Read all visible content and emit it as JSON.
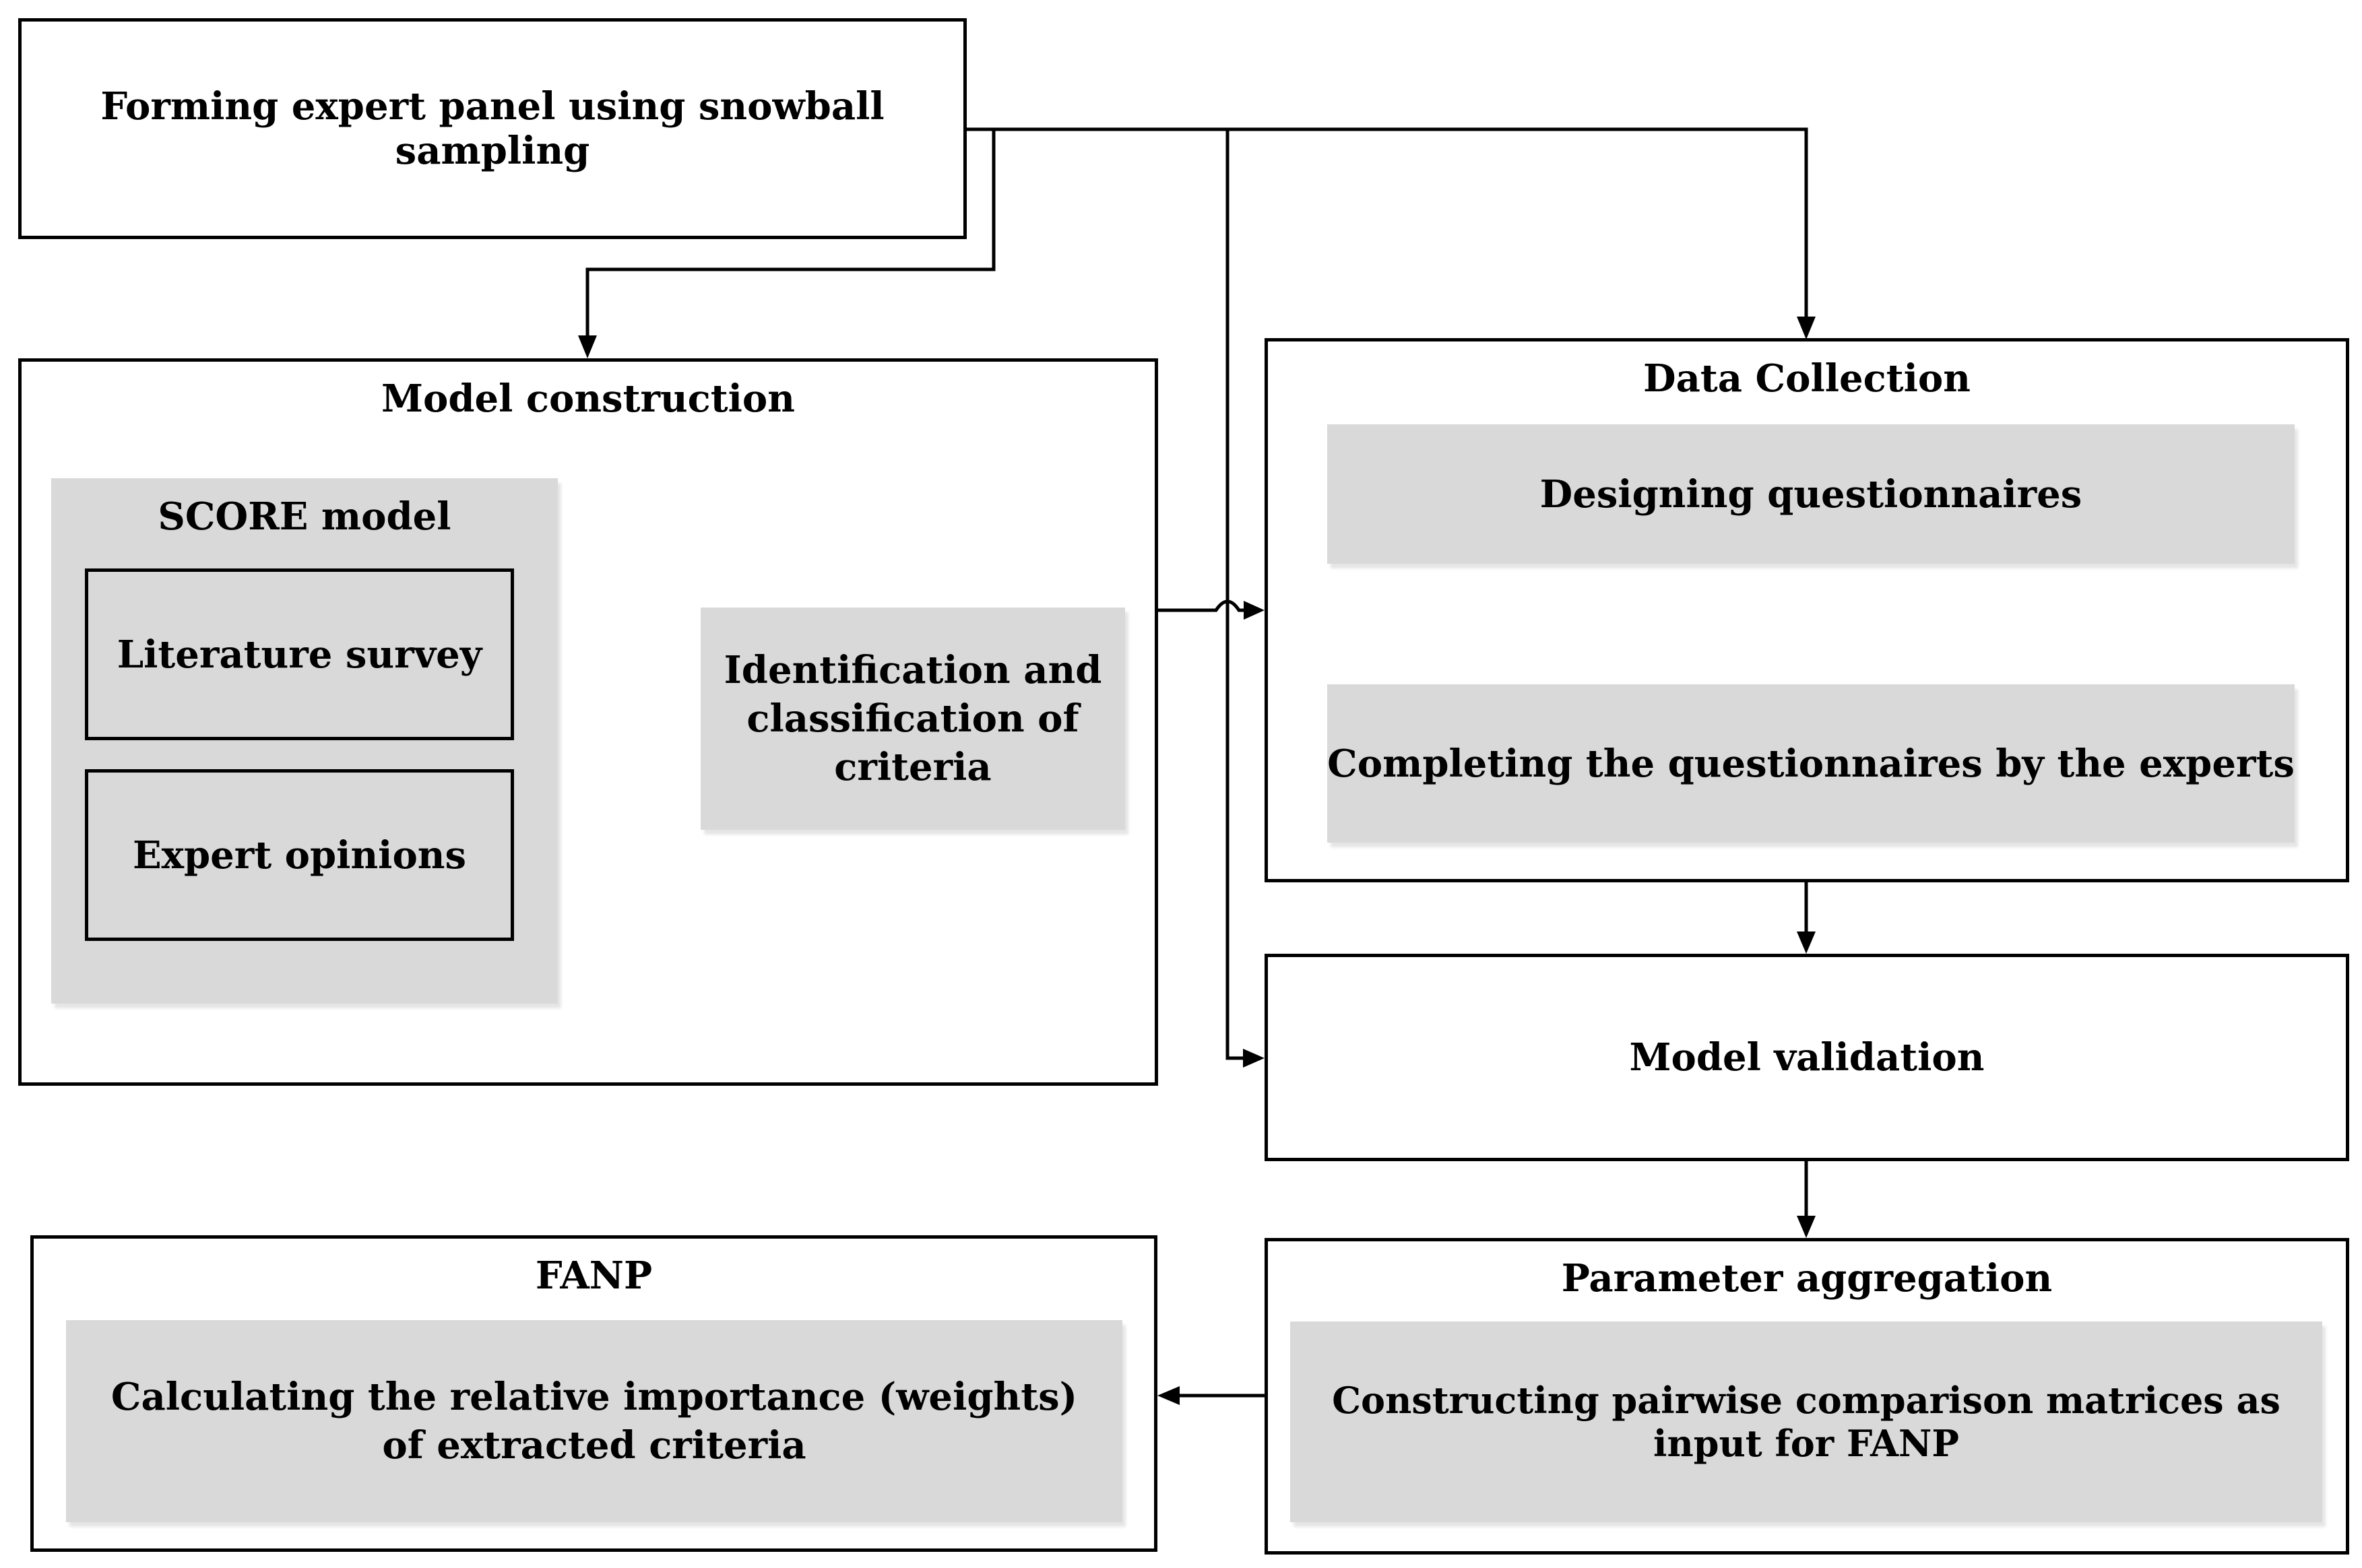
{
  "boxes": {
    "expert_panel": "Forming expert panel using snowball sampling",
    "model_construction": {
      "title": "Model construction",
      "score_model": {
        "title": "SCORE model",
        "literature_survey": "Literature survey",
        "expert_opinions": "Expert opinions"
      },
      "identification": "Identification and classification of criteria"
    },
    "data_collection": {
      "title": "Data Collection",
      "designing": "Designing questionnaires",
      "completing": "Completing the questionnaires by the experts"
    },
    "model_validation": "Model validation",
    "parameter_aggregation": {
      "title": "Parameter aggregation",
      "constructing": "Constructing pairwise comparison matrices as input for FANP"
    },
    "fanp": {
      "title": "FANP",
      "calculating": "Calculating the relative importance (weights) of extracted criteria"
    }
  }
}
